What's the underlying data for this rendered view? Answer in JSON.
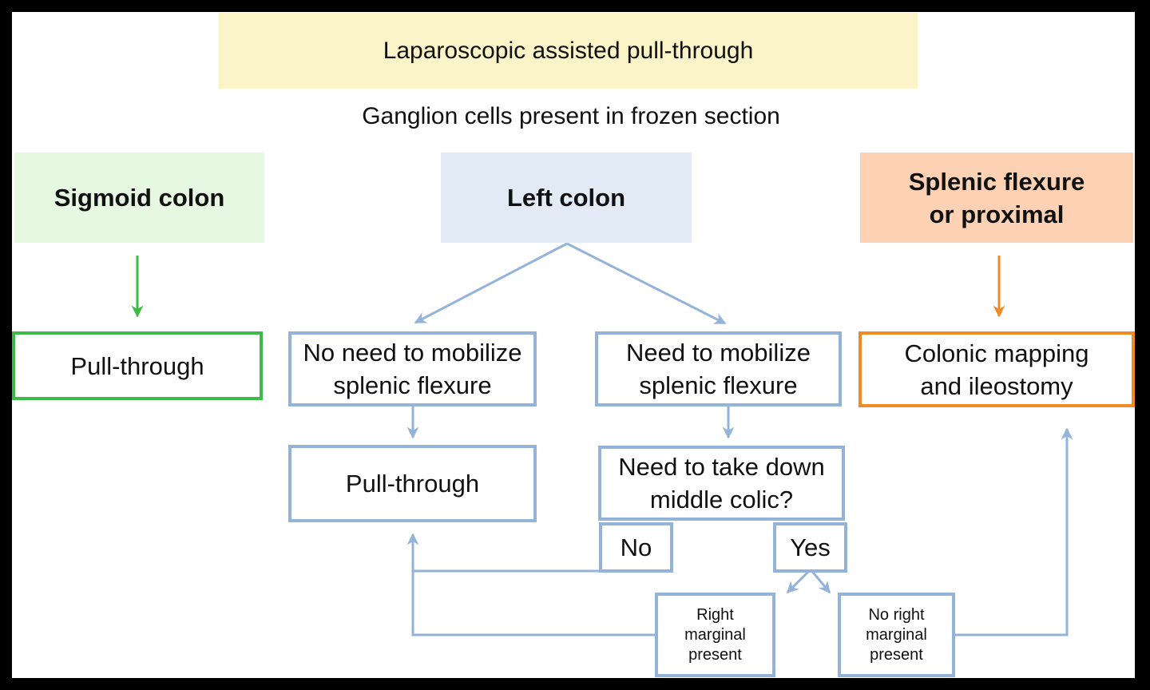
{
  "header": {
    "title": "Laparoscopic assisted pull-through",
    "subtitle": "Ganglion cells present in frozen section"
  },
  "categories": {
    "sigmoid": "Sigmoid colon",
    "left": "Left colon",
    "splenic_line1": "Splenic flexure",
    "splenic_line2": "or proximal"
  },
  "nodes": {
    "sigmoid_pull": "Pull-through",
    "no_need_line1": "No need to mobilize",
    "no_need_line2": "splenic flexure",
    "need_line1": "Need to mobilize",
    "need_line2": "splenic flexure",
    "mapping_line1": "Colonic mapping",
    "mapping_line2": "and ileostomy",
    "left_pull": "Pull-through",
    "middle_colic_line1": "Need to take down",
    "middle_colic_line2": "middle colic?",
    "no": "No",
    "yes": "Yes",
    "right_present_line1": "Right",
    "right_present_line2": "marginal",
    "right_present_line3": "present",
    "no_right_line1": "No right",
    "no_right_line2": "marginal",
    "no_right_line3": "present"
  },
  "colors": {
    "title_bg": "#fbf4c9",
    "green_bg": "#e6f7e2",
    "blue_bg": "#e2eaf6",
    "orange_bg": "#fcd1b4",
    "green": "#3dbb48",
    "blue": "#93b3d9",
    "orange": "#f08a24"
  }
}
